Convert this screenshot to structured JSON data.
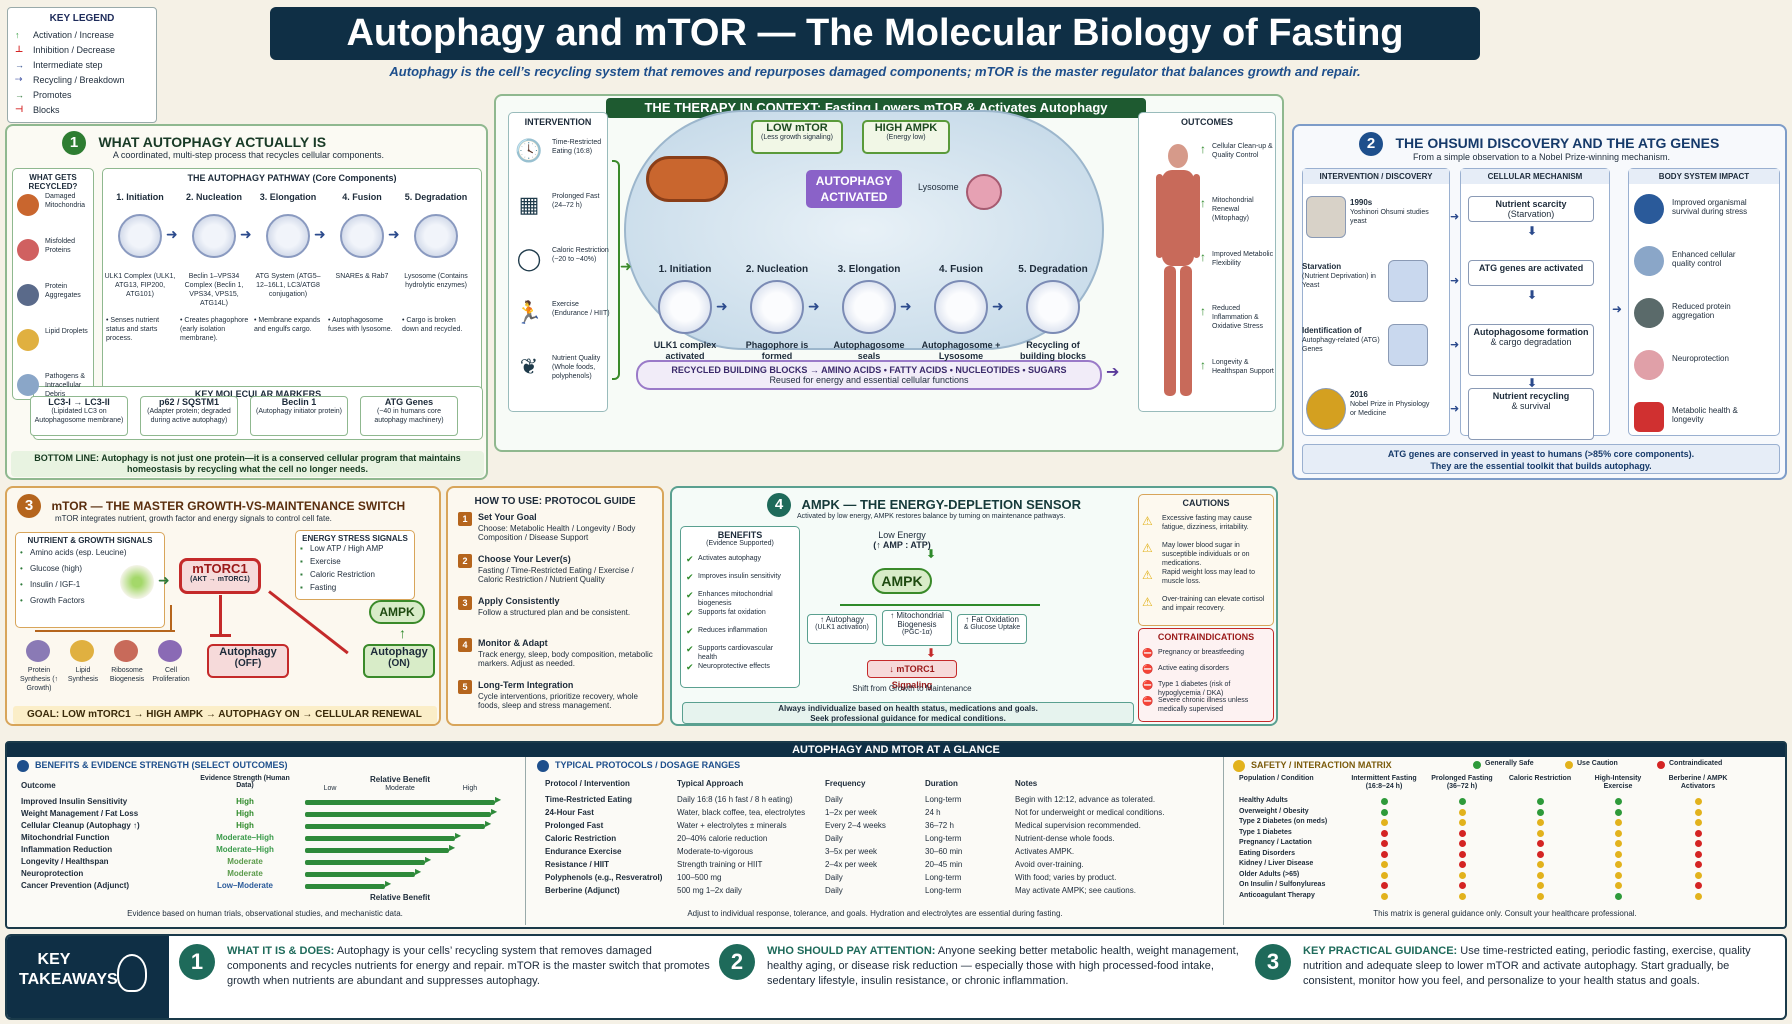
{
  "title": "Autophagy and mTOR — The Molecular Biology of Fasting",
  "subtitle": "Autophagy is the cell’s recycling system that removes and repurposes damaged components; mTOR is the master regulator that balances growth and repair.",
  "legend": {
    "title": "KEY LEGEND",
    "items": [
      "Activation / Increase",
      "Inhibition / Decrease",
      "Intermediate step",
      "Recycling / Breakdown",
      "Promotes",
      "Blocks"
    ]
  },
  "s1": {
    "num": "1",
    "title": "WHAT AUTOPHAGY ACTUALLY IS",
    "sub": "A coordinated, multi-step process that recycles cellular components.",
    "what_title": "WHAT GETS RECYCLED?",
    "what": [
      "Damaged Mitochondria",
      "Misfolded Proteins",
      "Protein Aggregates",
      "Lipid Droplets",
      "Pathogens & Intracellular Debris"
    ],
    "path_title": "THE AUTOPHAGY PATHWAY (Core Components)",
    "steps": [
      {
        "name": "1. Initiation",
        "comp": "ULK1 Complex (ULK1, ATG13, FIP200, ATG101)",
        "desc": "• Senses nutrient status and starts process."
      },
      {
        "name": "2. Nucleation",
        "comp": "Beclin 1–VPS34 Complex (Beclin 1, VPS34, VPS15, ATG14L)",
        "desc": "• Creates phagophore (early isolation membrane)."
      },
      {
        "name": "3. Elongation",
        "comp": "ATG System (ATG5–12–16L1, LC3/ATG8 conjugation)",
        "desc": "• Membrane expands and engulfs cargo."
      },
      {
        "name": "4. Fusion",
        "comp": "SNAREs & Rab7",
        "desc": "• Autophagosome fuses with lysosome."
      },
      {
        "name": "5. Degradation",
        "comp": "Lysosome (Contains hydrolytic enzymes)",
        "desc": "• Cargo is broken down and recycled."
      }
    ],
    "markers_title": "KEY MOLECULAR MARKERS",
    "markers": [
      {
        "name": "LC3-I → LC3-II",
        "desc": "(Lipidated LC3 on Autophagosome membrane)"
      },
      {
        "name": "p62 / SQSTM1",
        "desc": "(Adapter protein; degraded during active autophagy)"
      },
      {
        "name": "Beclin 1",
        "desc": "(Autophagy initiator protein)"
      },
      {
        "name": "ATG Genes",
        "desc": "(~40 in humans core autophagy machinery)"
      }
    ],
    "bottom": "BOTTOM LINE: Autophagy is not just one protein—it is a conserved cellular program that maintains homeostasis by recycling what the cell no longer needs."
  },
  "ctx": {
    "title": "THE THERAPY IN CONTEXT: Fasting Lowers mTOR & Activates Autophagy",
    "int_title": "INTERVENTION",
    "interventions": [
      "Time-Restricted Eating (16:8)",
      "Prolonged Fast (24–72 h)",
      "Caloric Restriction (~20 to ~40%)",
      "Exercise (Endurance / HIIT)",
      "Nutrient Quality (Whole foods, polyphenols)"
    ],
    "low_mtor": "LOW mTOR",
    "low_mtor_sub": "(Less growth signaling)",
    "high_ampk": "HIGH AMPK",
    "high_ampk_sub": "(Energy low)",
    "activated": "AUTOPHAGY ACTIVATED",
    "lysosome": "Lysosome",
    "steps": [
      {
        "name": "1. Initiation",
        "desc": "ULK1 complex activated"
      },
      {
        "name": "2. Nucleation",
        "desc": "Phagophore is formed"
      },
      {
        "name": "3. Elongation",
        "desc": "Autophagosome seals"
      },
      {
        "name": "4. Fusion",
        "desc": "Autophagosome + Lysosome"
      },
      {
        "name": "5. Degradation",
        "desc": "Recycling of building blocks"
      }
    ],
    "recycled": "RECYCLED BUILDING BLOCKS → AMINO ACIDS • FATTY ACIDS • NUCLEOTIDES • SUGARS",
    "recycled_sub": "Reused for energy and essential cellular functions",
    "out_title": "OUTCOMES",
    "outcomes": [
      "Cellular Clean-up & Quality Control",
      "Mitochondrial Renewal (Mitophagy)",
      "Improved Metabolic Flexibility",
      "Reduced Inflammation & Oxidative Stress",
      "Longevity & Healthspan Support"
    ]
  },
  "s2": {
    "num": "2",
    "title": "THE OHSUMI DISCOVERY AND THE ATG GENES",
    "sub": "From a simple observation to a Nobel Prize-winning mechanism.",
    "col1": "INTERVENTION / DISCOVERY",
    "col2": "CELLULAR MECHANISM",
    "col3": "BODY SYSTEM IMPACT",
    "disc": [
      {
        "a": "1990s",
        "b": "Yoshinori Ohsumi studies yeast"
      },
      {
        "a": "Starvation",
        "b": "(Nutrient Deprivation) in Yeast"
      },
      {
        "a": "Identification of",
        "b": "Autophagy-related (ATG) Genes"
      },
      {
        "a": "2016",
        "b": "Nobel Prize in Physiology or Medicine"
      }
    ],
    "mech": [
      {
        "a": "Nutrient scarcity",
        "b": "(Starvation)"
      },
      {
        "a": "ATG genes are activated",
        "b": ""
      },
      {
        "a": "Autophagosome formation",
        "b": "& cargo degradation"
      },
      {
        "a": "Nutrient recycling",
        "b": "& survival"
      }
    ],
    "impact": [
      "Improved organismal survival during stress",
      "Enhanced cellular quality control",
      "Reduced protein aggregation",
      "Neuroprotection",
      "Metabolic health & longevity"
    ],
    "footer": "ATG genes are conserved in yeast to humans (>85% core components).",
    "footer2": "They are the essential toolkit that builds autophagy."
  },
  "s3": {
    "num": "3",
    "title": "mTOR — THE MASTER GROWTH-VS-MAINTENANCE SWITCH",
    "sub": "mTOR integrates nutrient, growth factor and energy signals to control cell fate.",
    "nut_title": "NUTRIENT & GROWTH SIGNALS",
    "nut": [
      "Amino acids (esp. Leucine)",
      "Glucose (high)",
      "Insulin / IGF-1",
      "Growth Factors"
    ],
    "en_title": "ENERGY STRESS SIGNALS",
    "en": [
      "Low ATP / High AMP",
      "Exercise",
      "Caloric Restriction",
      "Fasting"
    ],
    "mtorc1": "mTORC1",
    "mtorc1_sub": "(AKT → mTORC1)",
    "ampk": "AMPK",
    "aoff": "Autophagy",
    "aoff_sub": "(OFF)",
    "aon": "Autophagy",
    "aon_sub": "(ON)",
    "outs": [
      "Protein Synthesis (↑ Growth)",
      "Lipid Synthesis",
      "Ribosome Biogenesis",
      "Cell Proliferation"
    ],
    "goal": "GOAL:  LOW mTORC1  →  HIGH AMPK  →  AUTOPHAGY ON  →  CELLULAR RENEWAL"
  },
  "howto": {
    "title": "HOW TO USE: PROTOCOL GUIDE",
    "steps": [
      {
        "n": "1",
        "t": "Set Your Goal",
        "d": "Choose: Metabolic Health / Longevity / Body Composition / Disease Support"
      },
      {
        "n": "2",
        "t": "Choose Your Lever(s)",
        "d": "Fasting / Time-Restricted Eating / Exercise / Caloric Restriction / Nutrient Quality"
      },
      {
        "n": "3",
        "t": "Apply Consistently",
        "d": "Follow a structured plan and be consistent."
      },
      {
        "n": "4",
        "t": "Monitor & Adapt",
        "d": "Track energy, sleep, body composition, metabolic markers. Adjust as needed."
      },
      {
        "n": "5",
        "t": "Long-Term Integration",
        "d": "Cycle interventions, prioritize recovery, whole foods, sleep and stress management."
      }
    ]
  },
  "s4": {
    "num": "4",
    "title": "AMPK — THE ENERGY-DEPLETION SENSOR",
    "sub": "Activated by low energy, AMPK restores balance by turning on maintenance pathways.",
    "ben_title": "BENEFITS",
    "ben_sub": "(Evidence Supported)",
    "benefits": [
      "Activates autophagy",
      "Improves insulin sensitivity",
      "Enhances mitochondrial biogenesis",
      "Supports fat oxidation",
      "Reduces inflammation",
      "Supports cardiovascular health",
      "Neuroprotective effects"
    ],
    "low": "Low Energy",
    "low_sub": "(↑ AMP : ATP)",
    "ampk": "AMPK",
    "b1": "↑ Autophagy",
    "b1s": "(ULK1 activation)",
    "b2": "↑ Mitochondrial Biogenesis",
    "b2s": "(PGC-1α)",
    "b3": "↑ Fat Oxidation",
    "b3s": "& Glucose Uptake",
    "mtorc": "↓ mTORC1 Signaling",
    "shift": "Shift from Growth to Maintenance",
    "foot": "Always individualize based on health status, medications and goals.",
    "foot2": "Seek professional guidance for medical conditions.",
    "cau_title": "CAUTIONS",
    "cautions": [
      "Excessive fasting may cause fatigue, dizziness, irritability.",
      "May lower blood sugar in susceptible individuals or on medications.",
      "Rapid weight loss may lead to muscle loss.",
      "Over-training can elevate cortisol and impair recovery."
    ],
    "con_title": "CONTRAINDICATIONS",
    "contra": [
      "Pregnancy or breastfeeding",
      "Active eating disorders",
      "Type 1 diabetes (risk of hypoglycemia / DKA)",
      "Severe chronic illness unless medically supervised"
    ]
  },
  "glance": {
    "title": "AUTOPHAGY AND MTOR AT A GLANCE",
    "b_title": "BENEFITS & EVIDENCE STRENGTH (SELECT OUTCOMES)",
    "b_cols": [
      "Outcome",
      "Evidence Strength (Human Data)",
      "Relative Benefit"
    ],
    "b_scale": [
      "Low",
      "Moderate",
      "High"
    ],
    "b_rows": [
      {
        "o": "Improved Insulin Sensitivity",
        "e": "High",
        "v": 0.95
      },
      {
        "o": "Weight Management / Fat Loss",
        "e": "High",
        "v": 0.93
      },
      {
        "o": "Cellular Cleanup (Autophagy ↑)",
        "e": "High",
        "v": 0.9
      },
      {
        "o": "Mitochondrial Function",
        "e": "Moderate–High",
        "v": 0.75
      },
      {
        "o": "Inflammation Reduction",
        "e": "Moderate–High",
        "v": 0.72
      },
      {
        "o": "Longevity / Healthspan",
        "e": "Moderate",
        "v": 0.6
      },
      {
        "o": "Neuroprotection",
        "e": "Moderate",
        "v": 0.55
      },
      {
        "o": "Cancer Prevention (Adjunct)",
        "e": "Low–Moderate",
        "v": 0.4
      }
    ],
    "b_axis": "Relative Benefit",
    "b_foot": "Evidence based on human trials, observational studies, and mechanistic data.",
    "p_title": "TYPICAL PROTOCOLS / DOSAGE RANGES",
    "p_cols": [
      "Protocol / Intervention",
      "Typical Approach",
      "Frequency",
      "Duration",
      "Notes"
    ],
    "p_rows": [
      [
        "Time-Restricted Eating",
        "Daily 16:8 (16 h fast / 8 h eating)",
        "Daily",
        "Long-term",
        "Begin with 12:12, advance as tolerated."
      ],
      [
        "24-Hour Fast",
        "Water, black coffee, tea, electrolytes",
        "1–2x per week",
        "24 h",
        "Not for underweight or medical conditions."
      ],
      [
        "Prolonged Fast",
        "Water + electrolytes ± minerals",
        "Every 2–4 weeks",
        "36–72 h",
        "Medical supervision recommended."
      ],
      [
        "Caloric Restriction",
        "20–40% calorie reduction",
        "Daily",
        "Long-term",
        "Nutrient-dense whole foods."
      ],
      [
        "Endurance Exercise",
        "Moderate-to-vigorous",
        "3–5x per week",
        "30–60 min",
        "Activates AMPK."
      ],
      [
        "Resistance / HIIT",
        "Strength training or HIIT",
        "2–4x per week",
        "20–45 min",
        "Avoid over-training."
      ],
      [
        "Polyphenols (e.g., Resveratrol)",
        "100–500 mg",
        "Daily",
        "Long-term",
        "With food; varies by product."
      ],
      [
        "Berberine (Adjunct)",
        "500 mg 1–2x daily",
        "Daily",
        "Long-term",
        "May activate AMPK; see cautions."
      ]
    ],
    "p_foot": "Adjust to individual response, tolerance, and goals. Hydration and electrolytes are essential during fasting.",
    "s_title": "SAFETY / INTERACTION MATRIX",
    "s_legend": [
      "Generally Safe",
      "Use Caution",
      "Contraindicated"
    ],
    "s_cols": [
      "Population / Condition",
      "Intermittent Fasting (16:8–24 h)",
      "Prolonged Fasting (36–72 h)",
      "Caloric Restriction",
      "High-Intensity Exercise",
      "Berberine / AMPK Activators"
    ],
    "s_rows": [
      [
        "Healthy Adults",
        "g",
        "g",
        "g",
        "g",
        "y"
      ],
      [
        "Overweight / Obesity",
        "g",
        "y",
        "g",
        "g",
        "y"
      ],
      [
        "Type 2 Diabetes (on meds)",
        "y",
        "y",
        "y",
        "y",
        "y"
      ],
      [
        "Type 1 Diabetes",
        "r",
        "r",
        "y",
        "y",
        "r"
      ],
      [
        "Pregnancy / Lactation",
        "r",
        "r",
        "r",
        "y",
        "r"
      ],
      [
        "Eating Disorders",
        "r",
        "r",
        "r",
        "y",
        "r"
      ],
      [
        "Kidney / Liver Disease",
        "y",
        "r",
        "y",
        "y",
        "r"
      ],
      [
        "Older Adults (>65)",
        "y",
        "y",
        "y",
        "y",
        "y"
      ],
      [
        "On Insulin / Sulfonylureas",
        "r",
        "r",
        "y",
        "y",
        "r"
      ],
      [
        "Anticoagulant Therapy",
        "y",
        "y",
        "y",
        "g",
        "y"
      ]
    ],
    "s_foot": "This matrix is general guidance only. Consult your healthcare professional.",
    "colors": {
      "g": "#2e9a3a",
      "y": "#e2b21c",
      "r": "#d42424"
    }
  },
  "key": {
    "label1": "KEY",
    "label2": "TAKEAWAYS",
    "t1n": "1",
    "t1h": "WHAT IT IS & DOES:",
    "t1": "Autophagy is your cells’ recycling system that removes damaged components and recycles nutrients for energy and repair. mTOR is the master switch that promotes growth when nutrients are abundant and suppresses autophagy.",
    "t2n": "2",
    "t2h": "WHO SHOULD PAY ATTENTION:",
    "t2": "Anyone seeking better metabolic health, weight management, healthy aging, or disease risk reduction — especially those with high processed-food intake, sedentary lifestyle, insulin resistance, or chronic inflammation.",
    "t3n": "3",
    "t3h": "KEY PRACTICAL GUIDANCE:",
    "t3": "Use time-restricted eating, periodic fasting, exercise, quality nutrition and adequate sleep to lower mTOR and activate autophagy. Start gradually, be consistent, monitor how you feel, and personalize to your health status and goals."
  }
}
